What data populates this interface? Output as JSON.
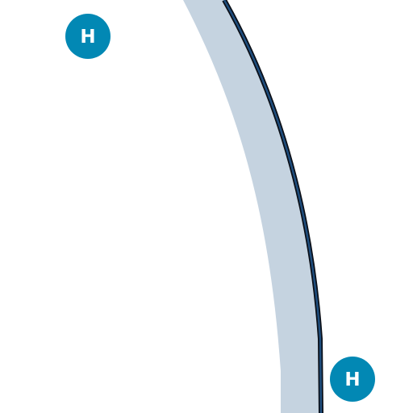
{
  "map": {
    "background_color": "#ffffff",
    "road": {
      "name": "road-band",
      "fill_color": "#c5d3e0",
      "edge_line_color": "#1f4e7e",
      "edge_outline_color": "#0a0f18"
    },
    "pois": [
      {
        "name": "hospital-marker-top-left",
        "icon": "hospital-icon",
        "label": "H",
        "color": "#0288b4"
      },
      {
        "name": "hospital-marker-bottom-right",
        "icon": "hospital-icon",
        "label": "H",
        "color": "#0288b4"
      }
    ]
  }
}
